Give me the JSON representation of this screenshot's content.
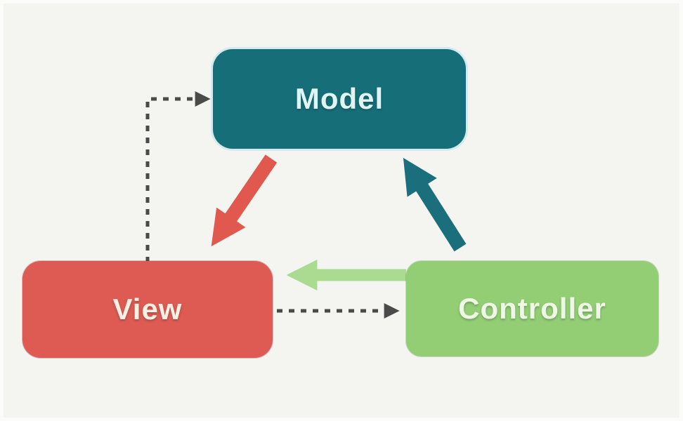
{
  "diagram": {
    "pattern": "Model-View-Controller",
    "background": "#f4f5f1",
    "nodes": [
      {
        "id": "model",
        "label": "Model",
        "fill": "#166e78",
        "text_color": "#dff4f3"
      },
      {
        "id": "view",
        "label": "View",
        "fill": "#dd5b53",
        "text_color": "#f9f0e3"
      },
      {
        "id": "controller",
        "label": "Controller",
        "fill": "#93ce75",
        "text_color": "#eff8e7"
      }
    ],
    "edges": [
      {
        "from": "model",
        "to": "view",
        "style": "solid",
        "color": "#e0584e"
      },
      {
        "from": "controller",
        "to": "model",
        "style": "solid",
        "color": "#1b6f7d"
      },
      {
        "from": "controller",
        "to": "view",
        "style": "solid",
        "color": "#abdb90"
      },
      {
        "from": "view",
        "to": "model",
        "style": "dashed",
        "color": "#4a4a4a"
      },
      {
        "from": "view",
        "to": "controller",
        "style": "dashed",
        "color": "#4a4a4a"
      }
    ]
  }
}
